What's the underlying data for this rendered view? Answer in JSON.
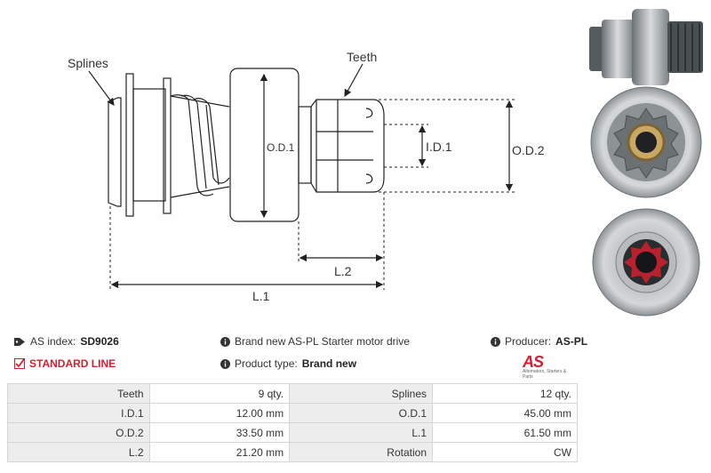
{
  "diagram": {
    "label_splines": "Splines",
    "label_teeth": "Teeth",
    "label_od1": "O.D.1",
    "label_id1": "I.D.1",
    "label_od2": "O.D.2",
    "label_l2": "L.2",
    "label_l1": "L.1"
  },
  "info": {
    "as_index_label": "AS index:",
    "as_index_value": "SD9026",
    "line_label": "STANDARD LINE",
    "description": "Brand new AS-PL Starter motor drive",
    "product_type_label": "Product type:",
    "product_type_value": "Brand new",
    "producer_label": "Producer:",
    "producer_value": "AS-PL",
    "logo_text": "AS",
    "logo_tagline": "Alternators, Starters & Parts"
  },
  "specs": [
    {
      "l1": "Teeth",
      "v1": "9 qty.",
      "l2": "Splines",
      "v2": "12 qty."
    },
    {
      "l1": "I.D.1",
      "v1": "12.00 mm",
      "l2": "O.D.1",
      "v2": "45.00 mm"
    },
    {
      "l1": "O.D.2",
      "v1": "33.50 mm",
      "l2": "L.1",
      "v2": "61.50 mm"
    },
    {
      "l1": "L.2",
      "v1": "21.20 mm",
      "l2": "Rotation",
      "v2": "CW"
    }
  ],
  "colors": {
    "accent": "#d2202f",
    "label_bg": "#ededed",
    "border": "#d6d6d6"
  },
  "icons": [
    "tag-icon",
    "info-icon",
    "checkbox-icon",
    "as-pl-logo"
  ]
}
